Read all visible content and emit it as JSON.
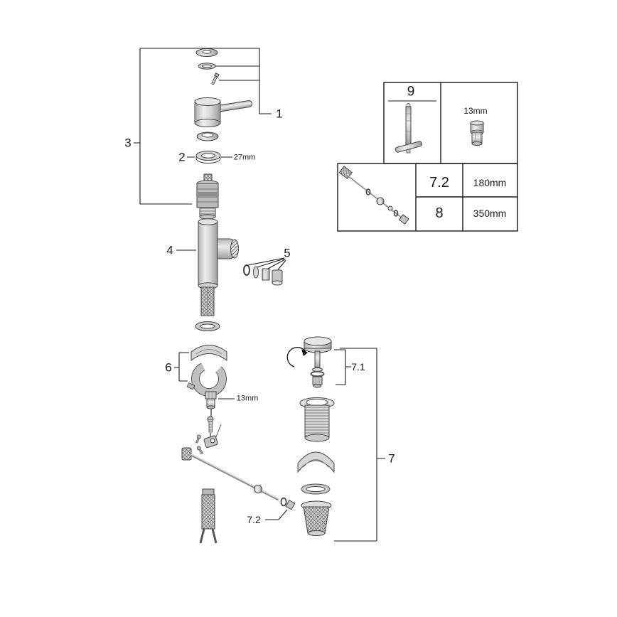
{
  "diagram": {
    "callouts": {
      "c1": "1",
      "c2": "2",
      "c3": "3",
      "c4": "4",
      "c5": "5",
      "c6": "6",
      "c7": "7",
      "c71": "7.1",
      "c72": "7.2"
    },
    "dims": {
      "ring": "27mm",
      "nut": "13mm"
    },
    "panel": {
      "tool": "9",
      "adapter_size": "13mm",
      "rows": [
        {
          "id": "7.2",
          "len": "180mm"
        },
        {
          "id": "8",
          "len": "350mm"
        }
      ]
    },
    "icons": {
      "rotation_arrow": "counterclockwise-arrow"
    }
  }
}
